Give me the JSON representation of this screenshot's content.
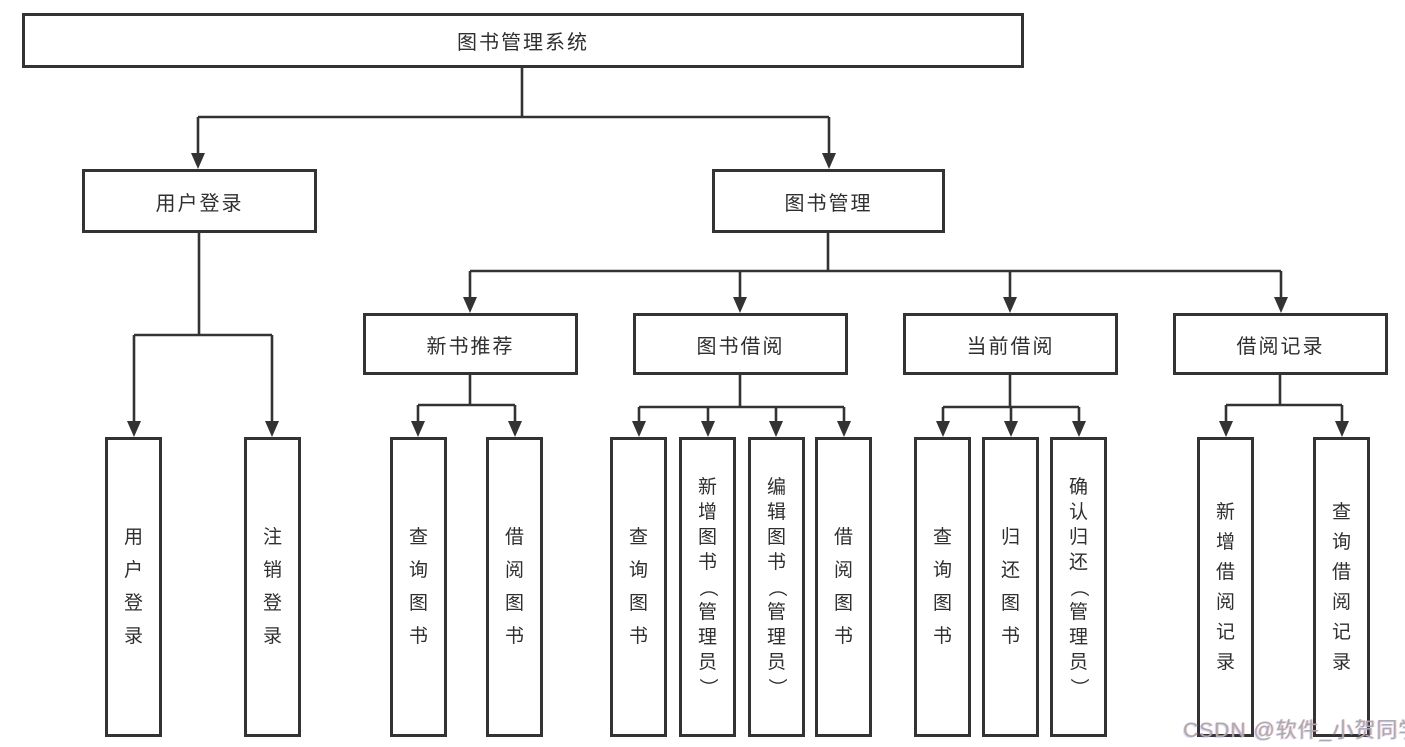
{
  "diagram": {
    "root": {
      "label": "图书管理系统"
    },
    "level2": [
      {
        "label": "用户登录"
      },
      {
        "label": "图书管理"
      }
    ],
    "level3": [
      {
        "label": "新书推荐",
        "parent": "图书管理"
      },
      {
        "label": "图书借阅",
        "parent": "图书管理"
      },
      {
        "label": "当前借阅",
        "parent": "图书管理"
      },
      {
        "label": "借阅记录",
        "parent": "图书管理"
      }
    ],
    "leaves": [
      {
        "label": "用户登录",
        "parent": "用户登录"
      },
      {
        "label": "注销登录",
        "parent": "用户登录"
      },
      {
        "label": "查询图书",
        "parent": "新书推荐"
      },
      {
        "label": "借阅图书",
        "parent": "新书推荐"
      },
      {
        "label": "查询图书",
        "parent": "图书借阅"
      },
      {
        "label": "新增图书（管理员）",
        "parent": "图书借阅"
      },
      {
        "label": "编辑图书（管理员）",
        "parent": "图书借阅"
      },
      {
        "label": "借阅图书",
        "parent": "图书借阅"
      },
      {
        "label": "查询图书",
        "parent": "当前借阅"
      },
      {
        "label": "归还图书",
        "parent": "当前借阅"
      },
      {
        "label": "确认归还（管理员）",
        "parent": "当前借阅"
      },
      {
        "label": "新增借阅记录",
        "parent": "借阅记录"
      },
      {
        "label": "查询借阅记录",
        "parent": "借阅记录"
      }
    ]
  },
  "watermark": "CSDN @软件_小贺同学",
  "colors": {
    "line": "#333333",
    "background": "#ffffff",
    "watermark": "#ababab"
  }
}
